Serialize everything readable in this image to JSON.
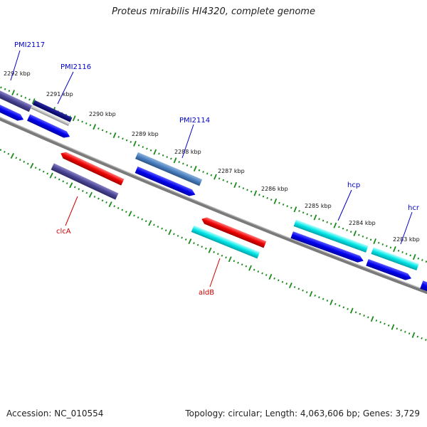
{
  "title": "Proteus mirabilis HI4320, complete genome",
  "footer": {
    "accession": "Accession: NC_010554",
    "summary": "Topology: circular; Length: 4,063,606 bp; Genes: 3,729"
  },
  "colors": {
    "backbone": "#808080",
    "ticks": "#1a8a1a",
    "label_blue": "#0000cc",
    "label_red": "#cc0000"
  },
  "kbp_labels": [
    "2292 kbp",
    "2291 kbp",
    "2290 kbp",
    "2289 kbp",
    "2288 kbp",
    "2287 kbp",
    "2286 kbp",
    "2285 kbp",
    "2284 kbp",
    "2283 kbp"
  ],
  "gene_labels": [
    {
      "text": "PMI2117",
      "color": "#0000cc"
    },
    {
      "text": "PMI2116",
      "color": "#0000cc"
    },
    {
      "text": "PMI2114",
      "color": "#0000cc"
    },
    {
      "text": "hcp",
      "color": "#0000cc"
    },
    {
      "text": "hcr",
      "color": "#0000cc"
    },
    {
      "text": "clcA",
      "color": "#cc0000"
    },
    {
      "text": "aldB",
      "color": "#cc0000"
    }
  ]
}
